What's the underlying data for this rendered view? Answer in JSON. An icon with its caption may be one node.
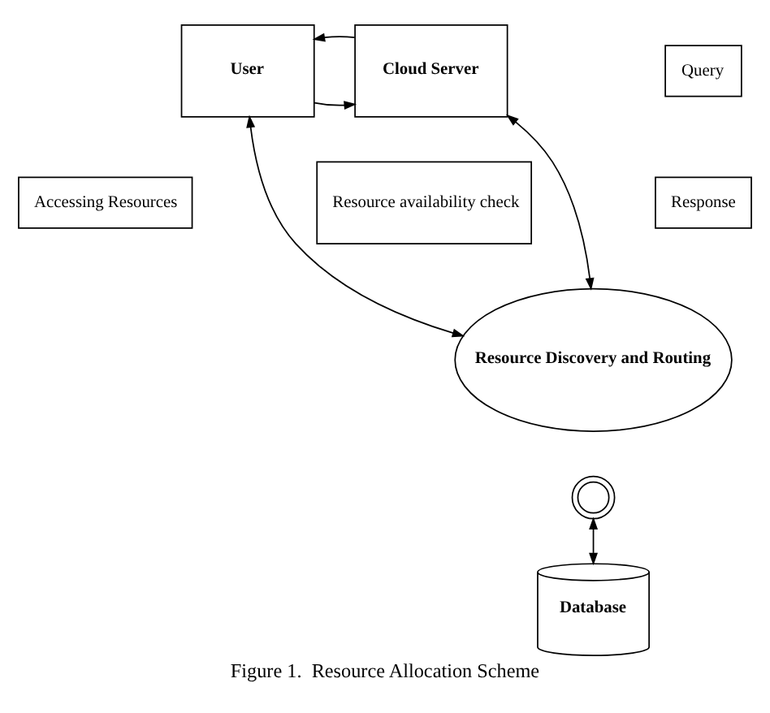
{
  "diagram": {
    "caption": "Figure 1.  Resource Allocation Scheme",
    "nodes": [
      {
        "text": [
          "User"
        ]
      },
      {
        "text": [
          "Query"
        ]
      },
      {
        "text": [
          "Cloud Server"
        ]
      },
      {
        "text": [
          "Response"
        ]
      },
      {
        "text": [
          "Accessing Resources"
        ]
      },
      {
        "text": [
          "Resource availability check"
        ]
      },
      {
        "text": [
          "Resource Discovery and Routing"
        ]
      },
      {
        "text": [],
        "shape": "circle"
      },
      {
        "text": [
          "Database"
        ]
      }
    ],
    "edges": [
      {
        "from": 0,
        "to": 2,
        "arrow": "to"
      },
      {
        "from": 2,
        "to": 0,
        "arrow": "to"
      },
      {
        "from": 0,
        "to": 6,
        "arrow": "both"
      },
      {
        "from": 2,
        "to": 6,
        "arrow": "both"
      },
      {
        "from": 7,
        "to": 8,
        "arrow": "both"
      }
    ]
  }
}
